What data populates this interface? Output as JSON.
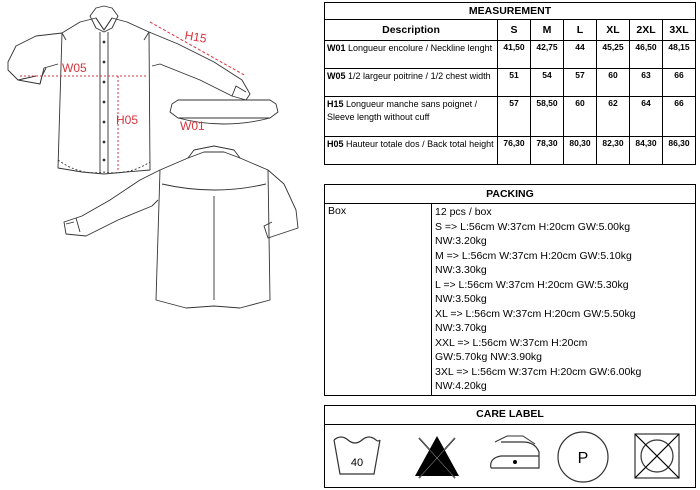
{
  "measurement": {
    "title": "MEASUREMENT",
    "desc_header": "Description",
    "sizes": [
      "S",
      "M",
      "L",
      "XL",
      "2XL",
      "3XL"
    ],
    "rows": [
      {
        "code": "W01",
        "text": " Longueur encolure / Neckline lenght",
        "values": [
          "41,50",
          "42,75",
          "44",
          "45,25",
          "46,50",
          "48,15"
        ]
      },
      {
        "code": "W05",
        "text": " 1/2 largeur poitrine / 1/2 chest width",
        "values": [
          "51",
          "54",
          "57",
          "60",
          "63",
          "66"
        ]
      },
      {
        "code": "H15",
        "text": " Longueur manche sans poignet / Sleeve length without cuff",
        "values": [
          "57",
          "58,50",
          "60",
          "62",
          "64",
          "66"
        ]
      },
      {
        "code": "H05",
        "text": " Hauteur totale dos / Back total height",
        "values": [
          "76,30",
          "78,30",
          "80,30",
          "82,30",
          "84,30",
          "86,30"
        ]
      }
    ]
  },
  "packing": {
    "title": "PACKING",
    "label": "Box",
    "lines": [
      "12 pcs / box",
      "S => L:56cm W:37cm H:20cm GW:5.00kg",
      "NW:3.20kg",
      "M => L:56cm W:37cm H:20cm GW:5.10kg",
      "NW:3.30kg",
      "L => L:56cm W:37cm H:20cm GW:5.30kg",
      "NW:3.50kg",
      "XL => L:56cm W:37cm H:20cm GW:5.50kg",
      "NW:3.70kg",
      "XXL => L:56cm W:37cm H:20cm",
      "GW:5.70kg NW:3.90kg",
      "3XL => L:56cm W:37cm H:20cm GW:6.00kg",
      "NW:4.20kg"
    ]
  },
  "care_label": {
    "title": "CARE LABEL",
    "wash_temp": "40",
    "dryclean_letter": "P",
    "icons": [
      "wash-40-icon",
      "no-bleach-icon",
      "iron-low-icon",
      "dry-clean-p-icon",
      "no-tumble-dry-icon"
    ]
  },
  "diagram": {
    "labels": {
      "h15": "H15",
      "w05": "W05",
      "h05": "H05",
      "w01": "W01"
    },
    "measure_color": "#d6343c"
  }
}
